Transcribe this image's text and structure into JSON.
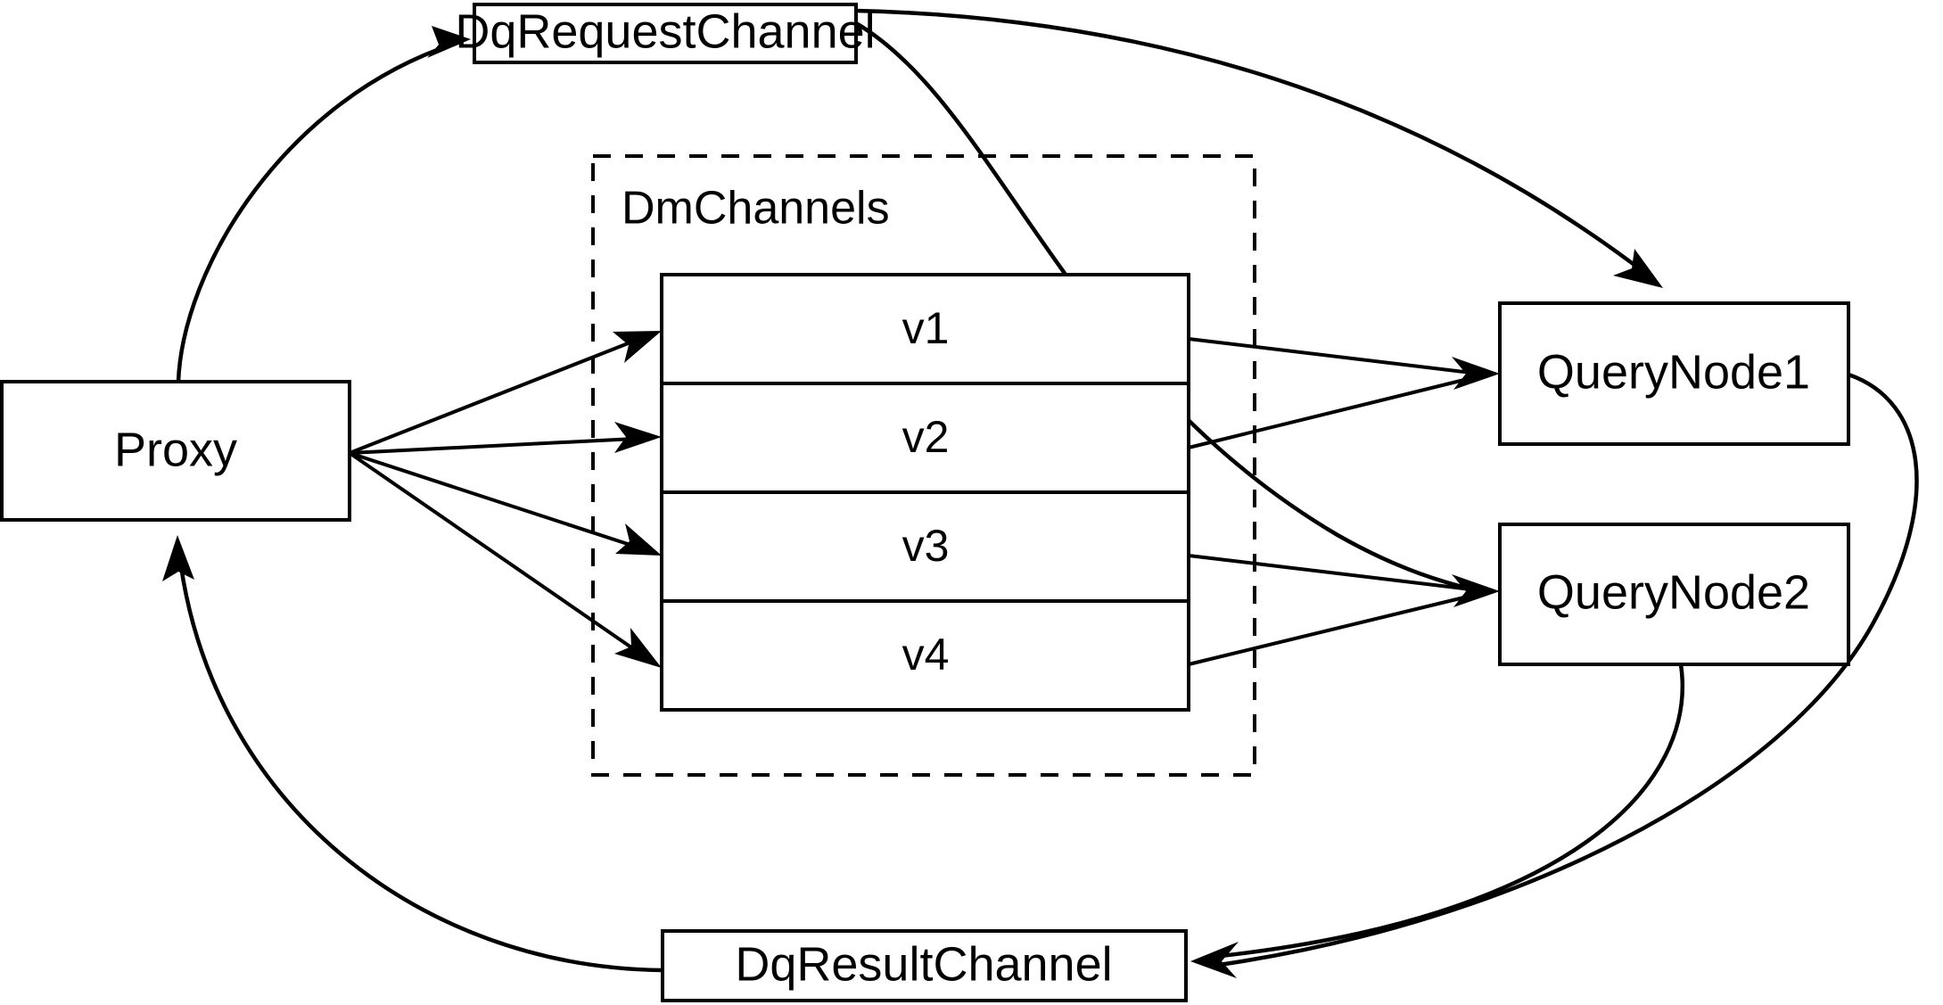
{
  "diagram": {
    "title": "Milvus distributed query channel flow",
    "background_color": "#ffffff",
    "stroke_color": "#000000",
    "nodes": {
      "proxy": {
        "label": "Proxy"
      },
      "dq_request_channel": {
        "label": "DqRequestChannel"
      },
      "dq_result_channel": {
        "label": "DqResultChannel"
      },
      "query_node_1": {
        "label": "QueryNode1"
      },
      "query_node_2": {
        "label": "QueryNode2"
      }
    },
    "group": {
      "label": "DmChannels",
      "style": "dashed",
      "rows": [
        {
          "label": "v1"
        },
        {
          "label": "v2"
        },
        {
          "label": "v3"
        },
        {
          "label": "v4"
        }
      ]
    },
    "edges": [
      {
        "from": "Proxy",
        "to": "DqRequestChannel",
        "style": "curved",
        "arrow": true
      },
      {
        "from": "Proxy",
        "to": "v1",
        "style": "straight",
        "arrow": true
      },
      {
        "from": "Proxy",
        "to": "v2",
        "style": "straight",
        "arrow": true
      },
      {
        "from": "Proxy",
        "to": "v3",
        "style": "straight",
        "arrow": true
      },
      {
        "from": "Proxy",
        "to": "v4",
        "style": "straight",
        "arrow": true
      },
      {
        "from": "v1",
        "to": "QueryNode1",
        "style": "straight",
        "arrow": true
      },
      {
        "from": "v2",
        "to": "QueryNode1",
        "style": "straight",
        "arrow": true
      },
      {
        "from": "v3",
        "to": "QueryNode2",
        "style": "straight",
        "arrow": true
      },
      {
        "from": "v4",
        "to": "QueryNode2",
        "style": "straight",
        "arrow": true
      },
      {
        "from": "DqRequestChannel",
        "to": "QueryNode1",
        "style": "curved",
        "arrow": true
      },
      {
        "from": "DqRequestChannel",
        "to": "QueryNode2",
        "style": "curved",
        "arrow": true
      },
      {
        "from": "QueryNode1",
        "to": "DqResultChannel",
        "style": "curved",
        "arrow": true
      },
      {
        "from": "QueryNode2",
        "to": "DqResultChannel",
        "style": "curved",
        "arrow": true
      },
      {
        "from": "DqResultChannel",
        "to": "Proxy",
        "style": "curved",
        "arrow": true
      }
    ]
  }
}
